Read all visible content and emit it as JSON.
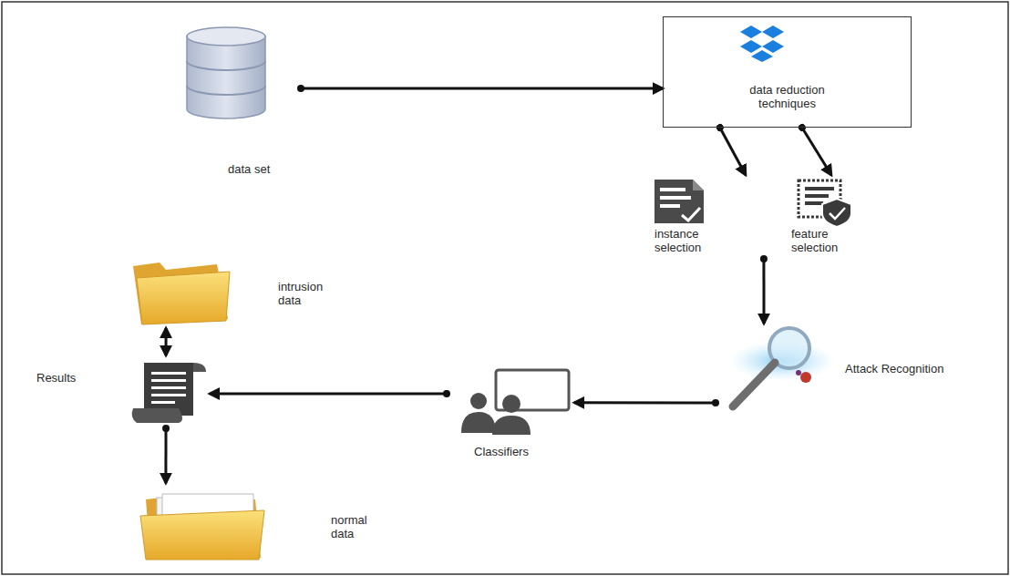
{
  "diagram": {
    "nodes": [
      {
        "text": [
          "data set"
        ]
      },
      {
        "text": [
          "data reduction techniques"
        ]
      },
      {
        "text": [
          "instance selection"
        ]
      },
      {
        "text": [
          "feature selection"
        ]
      },
      {
        "text": [
          "Attack Recognition"
        ]
      },
      {
        "text": [
          "Classifiers"
        ]
      },
      {
        "text": [
          "Results"
        ]
      },
      {
        "text": [
          "intrusion data"
        ]
      },
      {
        "text": [
          "normal data"
        ]
      }
    ],
    "edges": [
      {
        "from": 0,
        "to": 1,
        "arrow": "to"
      },
      {
        "from": 1,
        "to": 2,
        "arrow": "to"
      },
      {
        "from": 1,
        "to": 3,
        "arrow": "to"
      },
      {
        "from": 2,
        "to": 4,
        "arrow": "to"
      },
      {
        "from": 4,
        "to": 5,
        "arrow": "to"
      },
      {
        "from": 5,
        "to": 6,
        "arrow": "to"
      },
      {
        "from": 6,
        "to": 7,
        "arrow": "both"
      },
      {
        "from": 6,
        "to": 8,
        "arrow": "to"
      }
    ]
  }
}
